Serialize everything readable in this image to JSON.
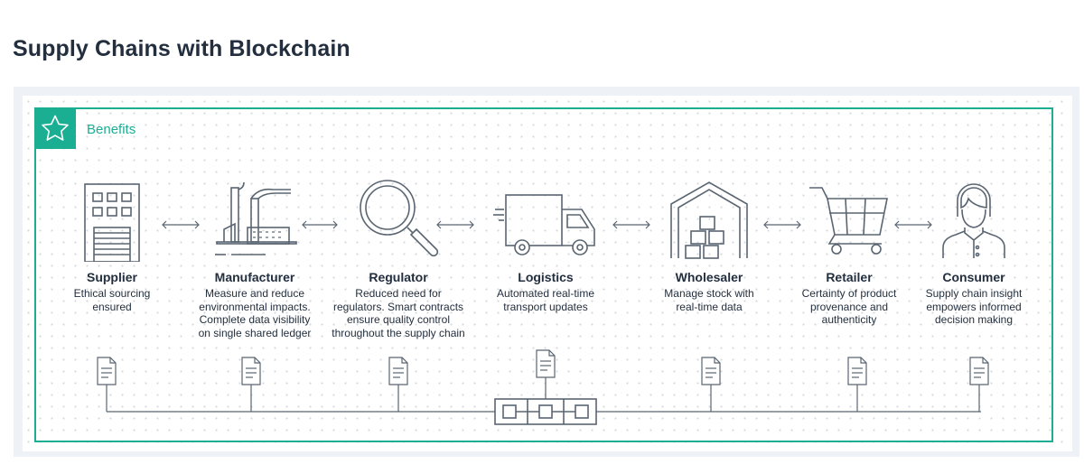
{
  "page": {
    "title": "Supply Chains with Blockchain"
  },
  "panel": {
    "label": "Benefits",
    "badge_icon": "star-icon",
    "accent_color": "#1aaf93"
  },
  "stages": [
    {
      "name": "Supplier",
      "desc": "Ethical sourcing\nensured",
      "icon": "building-icon"
    },
    {
      "name": "Manufacturer",
      "desc": "Measure and reduce\nenvironmental impacts.\nComplete data visibility\non single shared ledger",
      "icon": "factory-icon"
    },
    {
      "name": "Regulator",
      "desc": "Reduced need for\nregulators. Smart contracts\nensure quality control\nthroughout the supply chain",
      "icon": "magnifier-icon"
    },
    {
      "name": "Logistics",
      "desc": "Automated real-time\ntransport updates",
      "icon": "truck-icon"
    },
    {
      "name": "Wholesaler",
      "desc": "Manage stock with\nreal-time data",
      "icon": "warehouse-icon"
    },
    {
      "name": "Retailer",
      "desc": "Certainty of product\nprovenance and\nauthenticity",
      "icon": "cart-icon"
    },
    {
      "name": "Consumer",
      "desc": "Supply chain insight\nempowers informed\ndecision making",
      "icon": "person-icon"
    }
  ],
  "ledger": {
    "icon": "blockchain-icon",
    "document_icon": "document-icon"
  }
}
